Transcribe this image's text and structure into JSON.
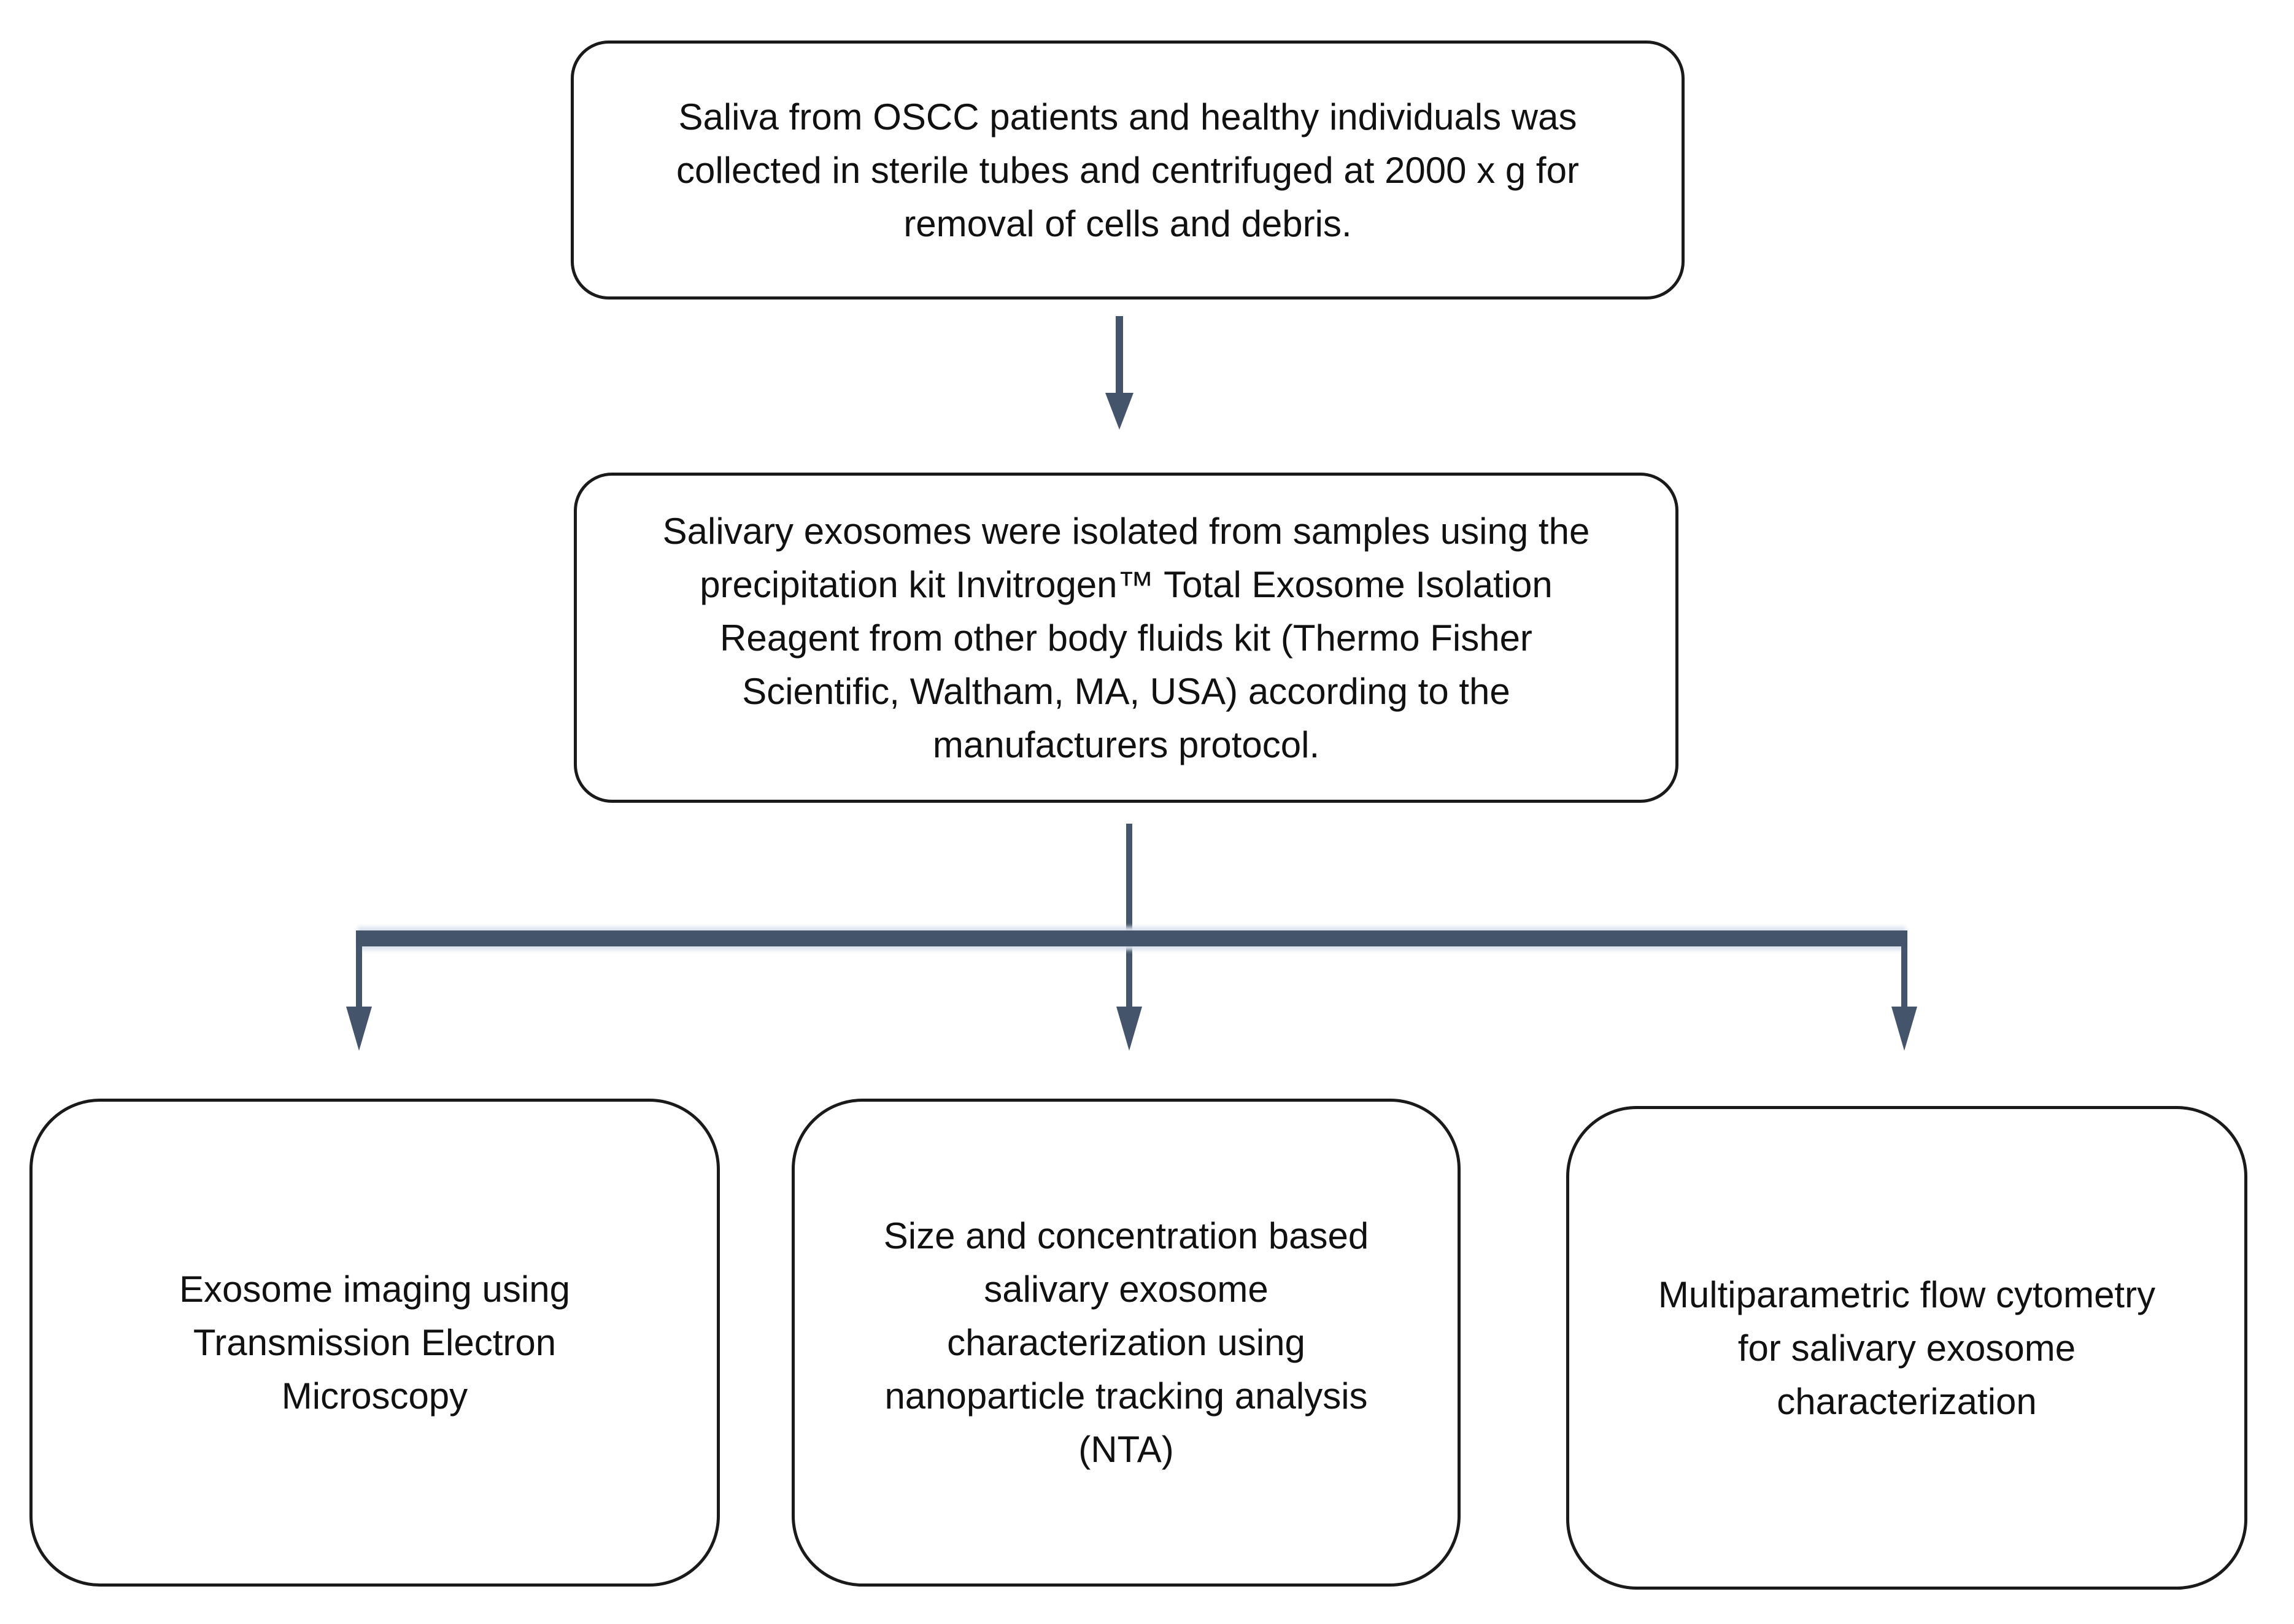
{
  "figure": {
    "background_color": "#ffffff",
    "box_border_color": "#1a1a1a",
    "connector_color": "#44546A",
    "nodes": {
      "collection": {
        "text": "Saliva from OSCC patients and healthy individuals was\ncollected in sterile tubes and centrifuged at 2000 x g  for\nremoval of cells and debris."
      },
      "isolation": {
        "text": "Salivary exosomes were isolated from samples using the\nprecipitation kit Invitrogen™ Total Exosome Isolation\nReagent from other body fluids kit (Thermo Fisher\nScientific, Waltham, MA, USA) according to the\nmanufacturers protocol."
      },
      "tem": {
        "text": "Exosome imaging using\nTransmission Electron\nMicroscopy"
      },
      "nta": {
        "text": "Size and concentration based\nsalivary exosome\ncharacterization using\nnanoparticle tracking analysis\n(NTA)"
      },
      "flow_cytometry": {
        "text": "Multiparametric flow cytometry\nfor salivary exosome\ncharacterization"
      }
    }
  }
}
